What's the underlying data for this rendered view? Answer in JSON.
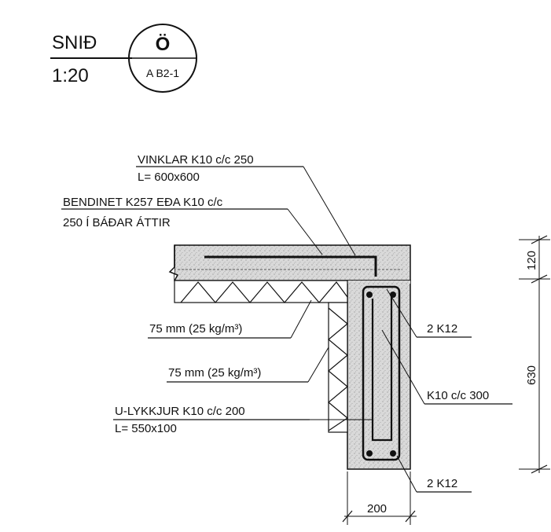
{
  "title_block": {
    "section_label": "SNIÐ",
    "scale": "1:20",
    "section_letter": "Ö",
    "sheet_ref": "A B2-1"
  },
  "labels": {
    "vinklar": "VINKLAR K10 c/c 250",
    "vinklar_size": "L= 600x600",
    "bendinet": "BENDINET K257 EÐA K10 c/c",
    "bendinet_2": "250 Í BÁÐAR ÁTTIR",
    "insulation_1": "75 mm (25 kg/m³)",
    "insulation_2": "75 mm (25 kg/m³)",
    "u_lykkjur": "U-LYKKJUR K10 c/c 200",
    "u_lykkjur_size": "L= 550x100",
    "top_bars": "2 K12",
    "stirrups": "K10 c/c 300",
    "bottom_bars": "2 K12"
  },
  "dimensions": {
    "slab_thickness": "120",
    "wall_height": "630",
    "wall_width": "200"
  }
}
